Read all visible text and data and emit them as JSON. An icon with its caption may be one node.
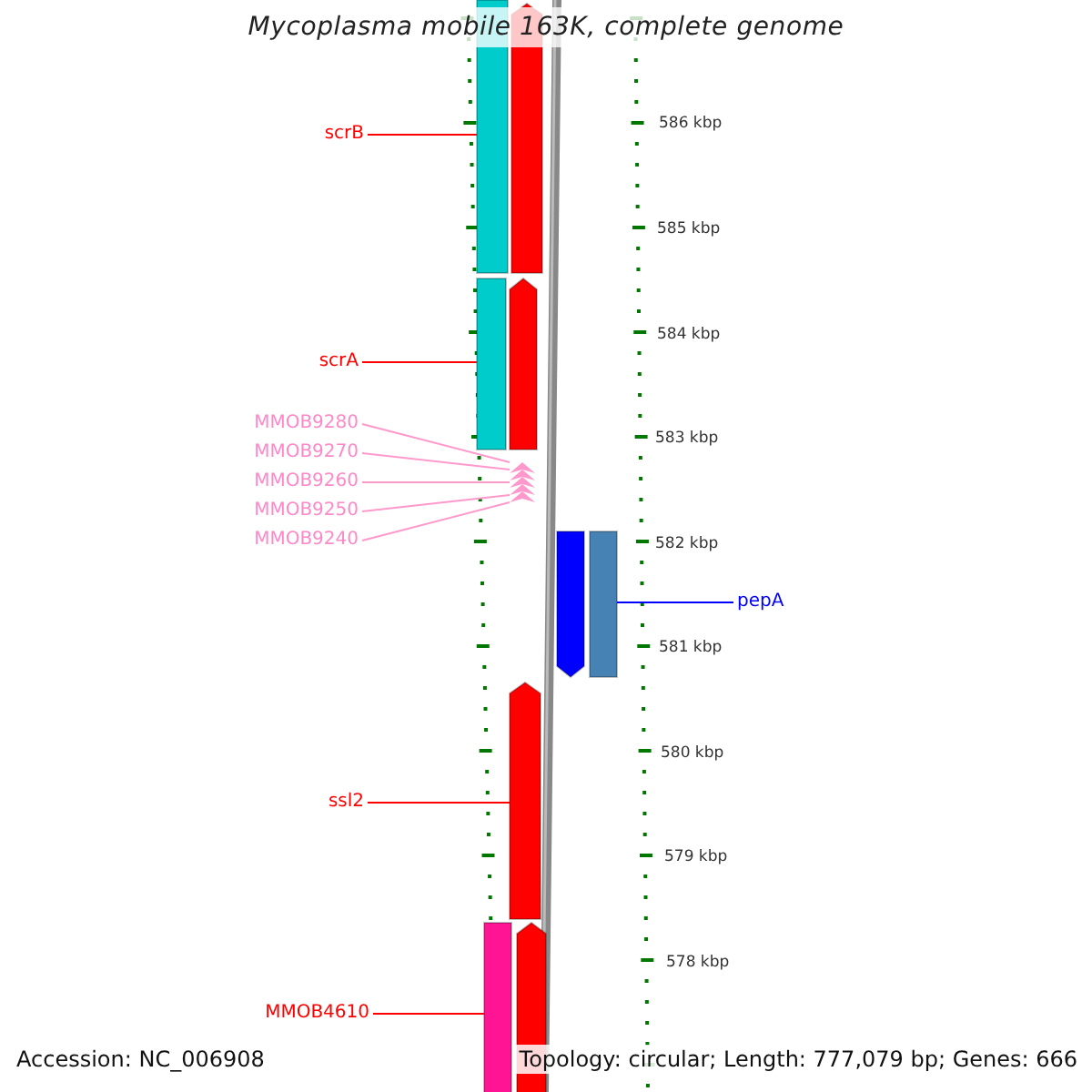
{
  "diagram": {
    "title": "Mycoplasma mobile 163K, complete genome",
    "nodes": [
      {
        "text": [
          "scrB"
        ]
      },
      {
        "text": [
          "scrA"
        ]
      },
      {
        "text": [
          "MMOB9280"
        ]
      },
      {
        "text": [
          "MMOB9270"
        ]
      },
      {
        "text": [
          "MMOB9260"
        ]
      },
      {
        "text": [
          "MMOB9250"
        ]
      },
      {
        "text": [
          "MMOB9240"
        ]
      },
      {
        "text": [
          "pepA"
        ]
      },
      {
        "text": [
          "ssl2"
        ]
      },
      {
        "text": [
          "MMOB4610"
        ]
      },
      {
        "text": [],
        "shape": "bar"
      },
      {
        "text": [],
        "shape": "arrow"
      },
      {
        "text": [],
        "shape": "bar"
      },
      {
        "text": [],
        "shape": "arrow"
      },
      {
        "text": [],
        "shape": "arrow"
      },
      {
        "text": [],
        "shape": "arrow"
      },
      {
        "text": [],
        "shape": "arrow"
      },
      {
        "text": [],
        "shape": "arrow"
      },
      {
        "text": [],
        "shape": "arrow"
      },
      {
        "text": [],
        "shape": "arrow"
      },
      {
        "text": [],
        "shape": "bar"
      },
      {
        "text": [],
        "shape": "arrow"
      },
      {
        "text": [],
        "shape": "bar"
      },
      {
        "text": [],
        "shape": "arrow"
      }
    ],
    "edges": [
      {
        "from": 0,
        "to": 10,
        "arrow": "none",
        "color": "#ff0000"
      },
      {
        "from": 1,
        "to": 12,
        "arrow": "none",
        "color": "#ff0000"
      },
      {
        "from": 2,
        "to": 14,
        "arrow": "none",
        "color": "#ff99cc"
      },
      {
        "from": 3,
        "to": 15,
        "arrow": "none",
        "color": "#ff99cc"
      },
      {
        "from": 4,
        "to": 16,
        "arrow": "none",
        "color": "#ff99cc"
      },
      {
        "from": 5,
        "to": 17,
        "arrow": "none",
        "color": "#ff99cc"
      },
      {
        "from": 6,
        "to": 18,
        "arrow": "none",
        "color": "#ff99cc"
      },
      {
        "from": 7,
        "to": 20,
        "arrow": "none",
        "color": "#0000ff"
      },
      {
        "from": 8,
        "to": 21,
        "arrow": "none",
        "color": "#ff0000"
      },
      {
        "from": 9,
        "to": 22,
        "arrow": "none",
        "color": "#ff0000"
      }
    ],
    "labels": [
      "586 kbp",
      "585 kbp",
      "584 kbp",
      "583 kbp",
      "582 kbp",
      "581 kbp",
      "580 kbp",
      "579 kbp",
      "578 kbp",
      "Accession: NC_006908",
      "Topology: circular; Length: 777,079 bp; Genes: 666"
    ]
  }
}
